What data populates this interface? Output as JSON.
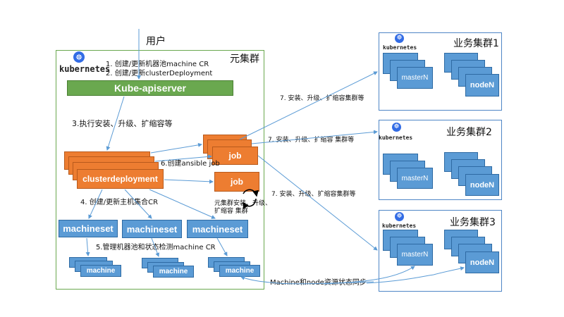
{
  "user_label": "用户",
  "meta_cluster": {
    "title": "元集群",
    "k8s_word": "kubernetes",
    "step1": "1. 创建/更新机器池machine CR",
    "step2": "2. 创建/更新clusterDeployment",
    "apiserver": "Kube-apiserver",
    "step3": "3.执行安装、升级、扩缩容等",
    "clusterdeployment": "clusterdeployment",
    "step6": "6.创建ansible job",
    "job_label": "job",
    "job_loop_label_line1": "元集群安装、升级、",
    "job_loop_label_line2": "扩缩容 集群",
    "step4": "4. 创建/更新主机集合CR",
    "machinesets": [
      "machineset",
      "machineset",
      "machineset"
    ],
    "step5": "5.管理机器池和状态检测machine CR",
    "machine_label": "machine"
  },
  "edges": {
    "install_to_cluster1": "7. 安装、升级、扩缩容集群等",
    "install_to_cluster2": "7. 安装、升级、扩缩容 集群等",
    "install_to_cluster3": "7. 安装、升级、扩缩容集群等",
    "sync": "Machine和node资源状态同步"
  },
  "business_clusters": [
    {
      "title": "业务集群1",
      "k8s_word": "kubernetes",
      "master": "masterN",
      "node": "nodeN"
    },
    {
      "title": "业务集群2",
      "k8s_word": "kubernetes",
      "master": "masterN",
      "node": "nodeN"
    },
    {
      "title": "业务集群3",
      "k8s_word": "kubernetes",
      "master": "masterN",
      "node": "nodeN"
    }
  ],
  "icons": {
    "k8s_logo": "☸"
  }
}
